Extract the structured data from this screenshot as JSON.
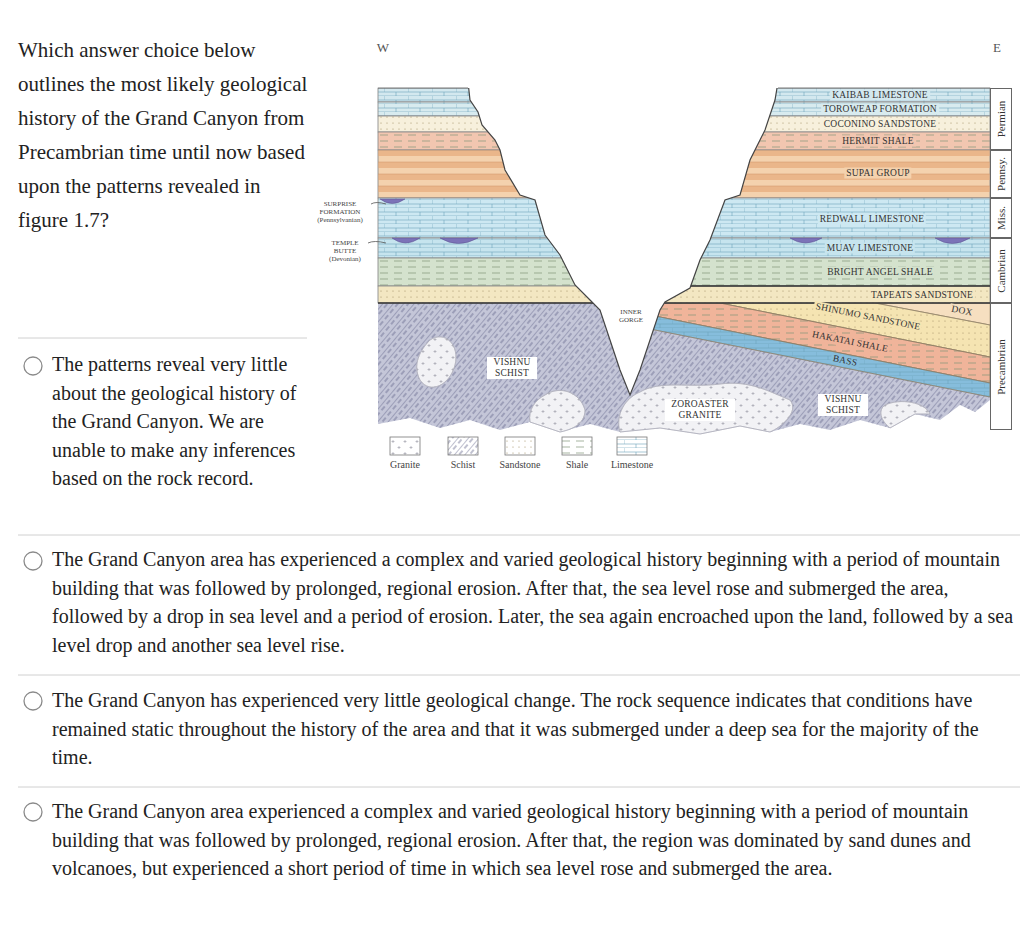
{
  "diagram": {
    "nodes": [
      {
        "text": [
          "Permian"
        ]
      },
      {
        "text": [
          "Pennsy."
        ]
      },
      {
        "text": [
          "Miss."
        ]
      },
      {
        "text": [
          "Cambrian"
        ]
      },
      {
        "text": [
          "Precambrian"
        ]
      }
    ],
    "labels": [
      "Which answer choice below outlines the most likely geological history of the Grand Canyon from Precambrian time until now based upon the patterns revealed in figure 1.7?",
      "W",
      "E",
      "SURPRISE FORMATION (Pennsylvanian)",
      "TEMPLE BUTTE (Devonian)",
      "KAIBAB LIMESTONE",
      "TOROWEAP FORMATION",
      "COCONINO SANDSTONE",
      "HERMIT SHALE",
      "SUPAI GROUP",
      "REDWALL LIMESTONE",
      "MUAV LIMESTONE",
      "BRIGHT ANGEL SHALE",
      "INNER GORGE",
      "TAPEATS SANDSTONE",
      "SHINUMO SANDSTONE",
      "DOX",
      "HAKATAI SHALE",
      "BASS",
      "VISHNU SCHIST",
      "ZOROASTER GRANITE",
      "VISHNU SCHIST",
      "The patterns reveal very little about the geological history of the Grand Canyon. We are unable to make any inferences based on the rock record.",
      "The Grand Canyon area has experienced a complex and varied geological history beginning with a period of mountain building that was followed by prolonged, regional erosion. After that, the sea level rose and submerged the area, followed by a drop in sea level and a period of erosion. Later, the sea again encroached upon the land, followed by a sea level drop and another sea level rise.",
      "The Grand Canyon has experienced very little geological change. The rock sequence indicates that conditions have remained static throughout the history of the area and that it was submerged under a deep sea for the majority of the time.",
      "The Grand Canyon area experienced a complex and varied geological history beginning with a period of mountain building that was followed by prolonged, regional erosion. After that, the region was dominated by sand dunes and volcanoes, but experienced a short period of time in which sea level rose and submerged the area."
    ],
    "legend": [
      {
        "text": "Granite"
      },
      {
        "text": "Schist"
      },
      {
        "text": "Sandstone"
      },
      {
        "text": "Shale"
      },
      {
        "text": "Limestone"
      }
    ]
  }
}
